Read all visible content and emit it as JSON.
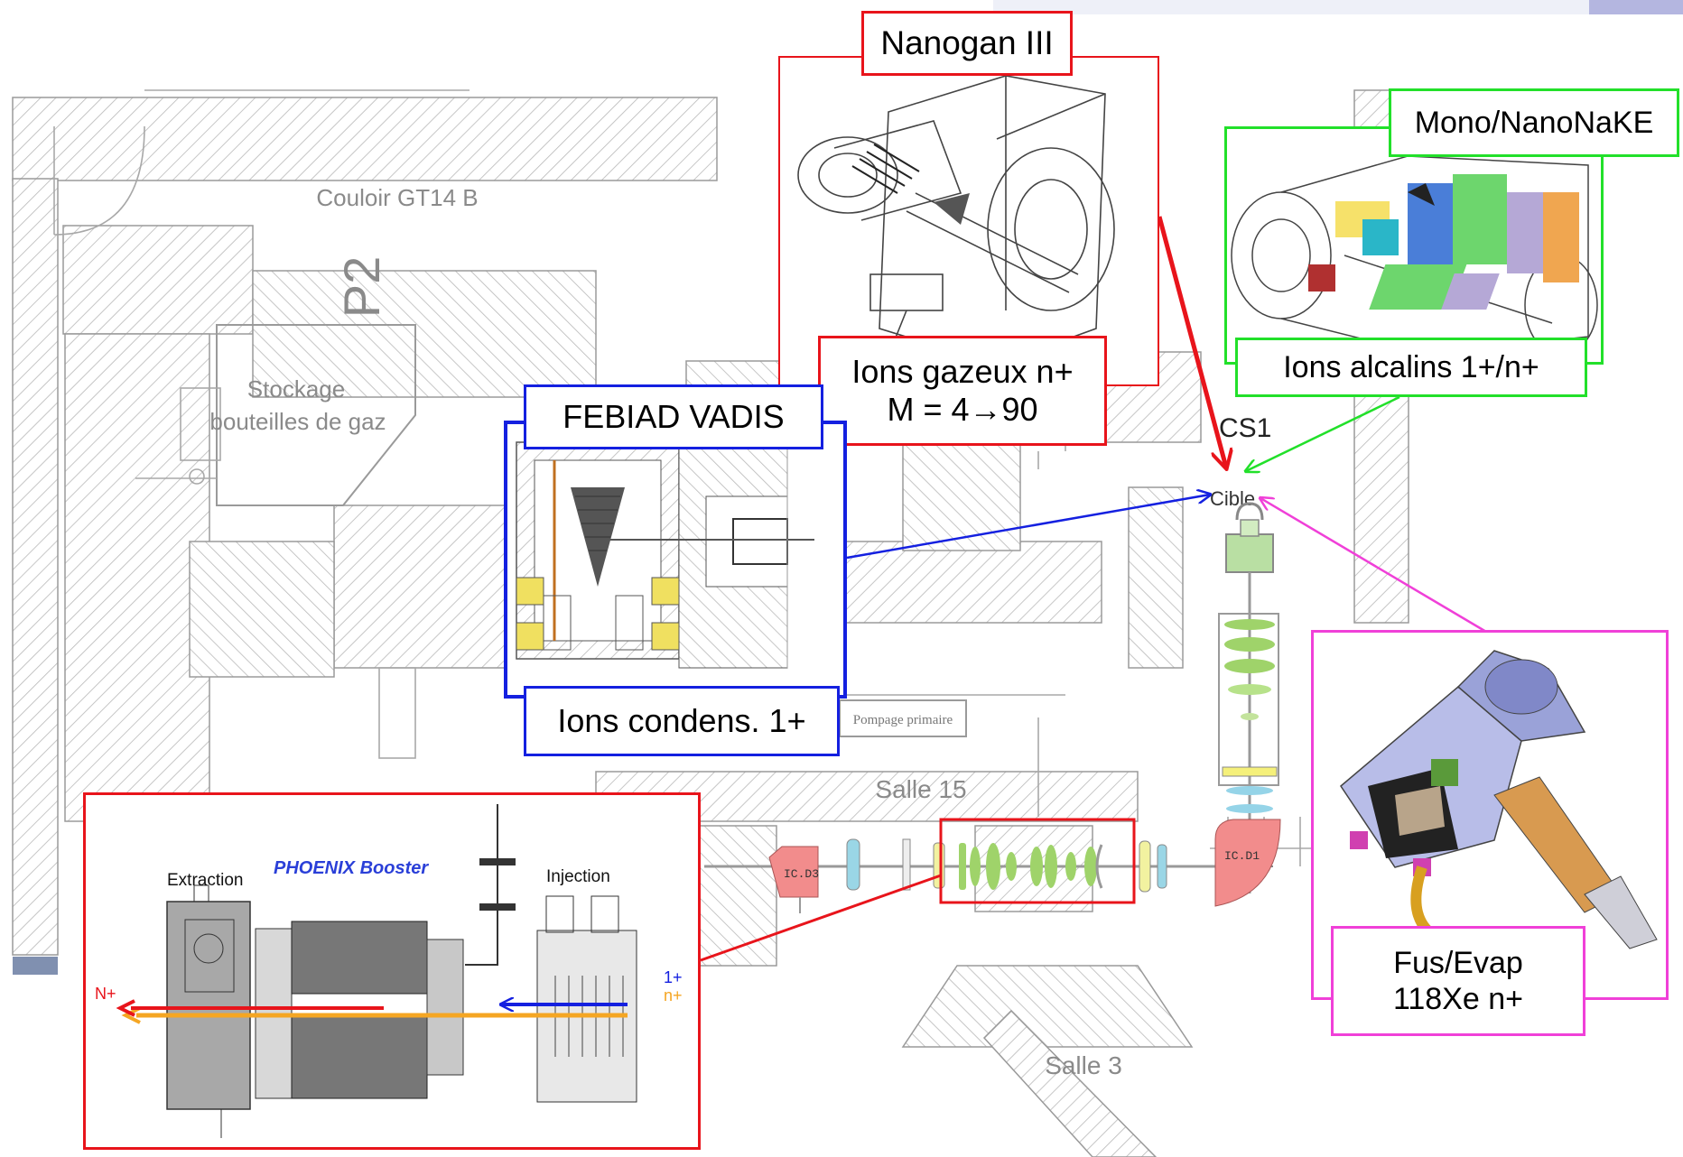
{
  "floorplan": {
    "corridor": "Couloir GT14 B",
    "storage_line1": "Stockage",
    "storage_line2": "bouteilles de gaz",
    "p2": "P2",
    "pumping": "Pompage primaire",
    "room15": "Salle 15",
    "room3": "Salle 3",
    "cs1": "CS1",
    "target": "Cible",
    "dipole_d1": "IC.D1",
    "dipole_d3": "IC.D3"
  },
  "sources": {
    "nanogan": {
      "title": "Nanogan III",
      "desc_line1": "Ions gazeux n+",
      "desc_line2": "M = 4→90",
      "color": "#e8141b"
    },
    "mononanake": {
      "title": "Mono/NanoNaKE",
      "desc": "Ions alcalins 1+/n+",
      "color": "#22e02a"
    },
    "febiad": {
      "title": "FEBIAD VADIS",
      "desc": "Ions condens. 1+",
      "color": "#1420e0"
    },
    "fusevap": {
      "desc_line1": "Fus/Evap",
      "desc_line2": "118Xe n+",
      "color": "#f040d8"
    }
  },
  "booster": {
    "title": "PHOENIX Booster",
    "extraction": "Extraction",
    "injection": "Injection",
    "in_1plus": "1+",
    "in_nplus": "n+",
    "out_Nplus": "N+",
    "color": "#e8141b",
    "title_color": "#2a3fd8"
  }
}
